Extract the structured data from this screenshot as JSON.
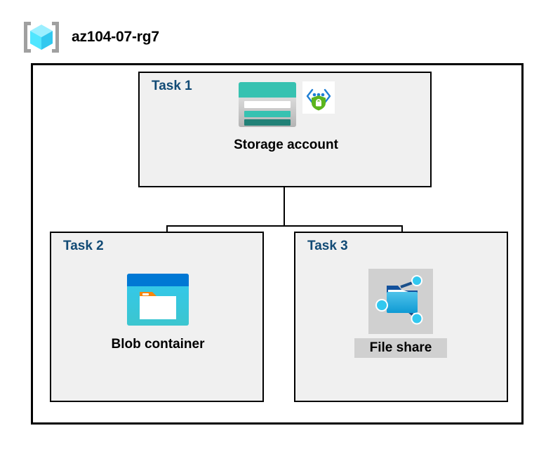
{
  "header": {
    "title": "az104-07-rg7",
    "icon": "resource-group-icon"
  },
  "diagram": {
    "type": "azure-architecture",
    "container_label": "az104-07-rg7",
    "tasks": [
      {
        "id": "task1",
        "label": "Task 1",
        "node": {
          "caption": "Storage account",
          "icon": "storage-account-icon",
          "badge_icon": "secure-endpoint-shield-icon",
          "highlighted": false
        }
      },
      {
        "id": "task2",
        "label": "Task 2",
        "node": {
          "caption": "Blob container",
          "icon": "blob-container-icon",
          "highlighted": false
        }
      },
      {
        "id": "task3",
        "label": "Task 3",
        "node": {
          "caption": "File share",
          "icon": "file-share-icon",
          "highlighted": true
        }
      }
    ],
    "connections": [
      {
        "from": "Storage account",
        "to": "Blob container"
      },
      {
        "from": "Storage account",
        "to": "File share"
      }
    ]
  },
  "colors": {
    "task_label": "#114a75",
    "task_box_fill": "#f0f0f0",
    "border": "#000000",
    "highlight_gray": "#d0d0d0",
    "storage_teal": "#37c2b1",
    "storage_teal_dark": "#218177",
    "blob_blue": "#0078d4",
    "blob_cyan": "#32c8ef",
    "blob_orange": "#f7860d",
    "shield_green": "#5bb51e",
    "cube_cyan": "#50e6ff",
    "bracket_gray": "#a0a0a0"
  }
}
